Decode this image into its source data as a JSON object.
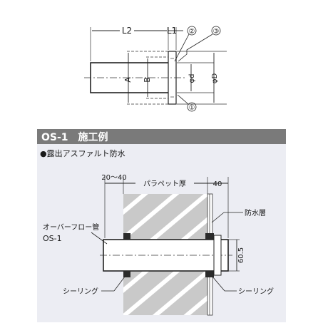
{
  "top_diagram": {
    "dim_l2": "L2",
    "dim_l1": "L1",
    "dim_a": "A",
    "dim_b": "B",
    "dim_phi_d_small": "φd",
    "dim_phi_d_large": "φD",
    "callout_1": "①",
    "callout_2": "②",
    "callout_3": "③"
  },
  "section": {
    "title": "OS-1　施工例",
    "subtitle": "●露出アスファルト防水"
  },
  "bottom_diagram": {
    "dim_left": "20～40",
    "dim_parapet": "パラペット厚",
    "dim_right": "40",
    "dim_height": "60.5",
    "label_waterproof": "防水層",
    "label_overflow_line1": "オーバーフロー管",
    "label_overflow_line2": "OS-1",
    "label_sealing_left": "シーリング",
    "label_sealing_right": "シーリング"
  },
  "colors": {
    "header_bar": "#7a7a7a",
    "panel": "#ecedf3",
    "wall": "#c9c9c9",
    "wall_hatch": "#ffffff",
    "pipe": "#ffffff",
    "line": "#222222"
  }
}
